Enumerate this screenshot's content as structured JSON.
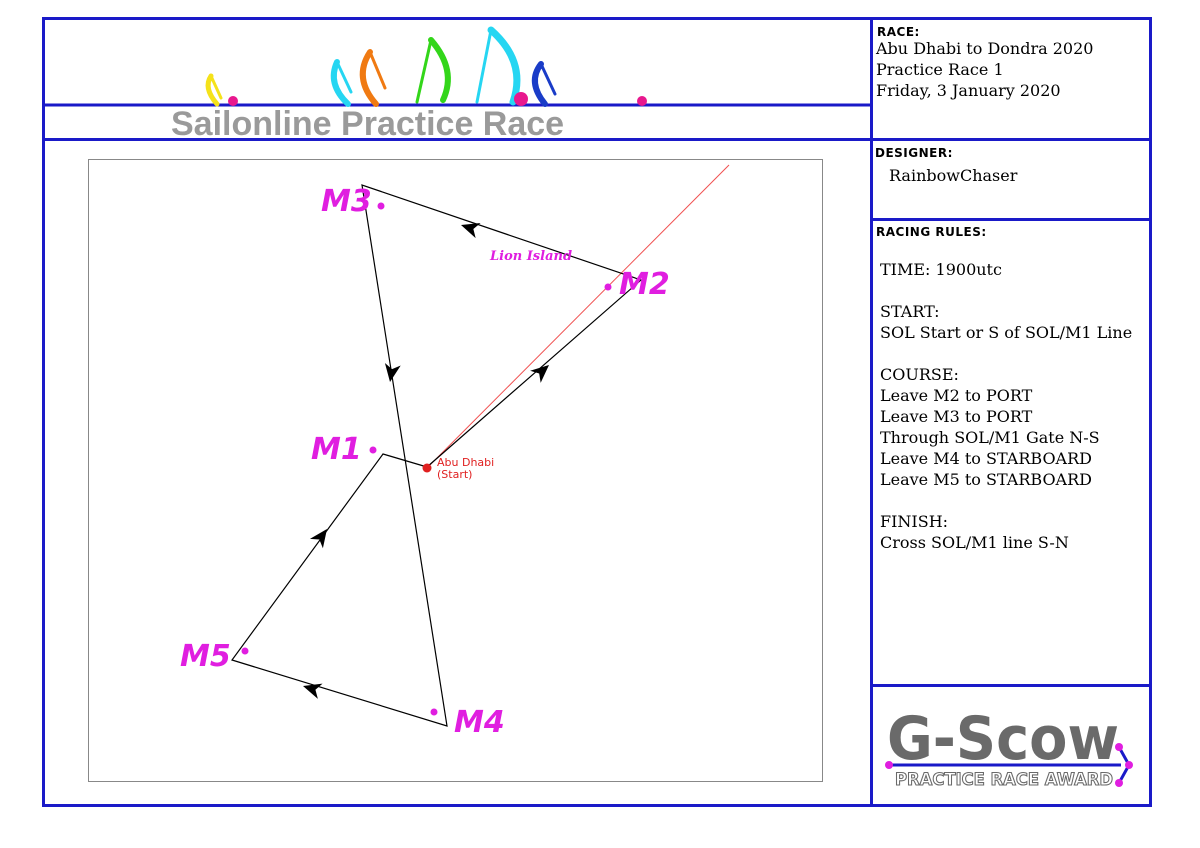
{
  "banner": {
    "title": "Sailonline Practice Race"
  },
  "race": {
    "label": "RACE:",
    "lines": [
      "Abu Dhabi to Dondra 2020",
      "Practice Race 1",
      "Friday, 3 January 2020"
    ]
  },
  "designer": {
    "label": "DESIGNER:",
    "name": "RainbowChaser"
  },
  "rules": {
    "label": "RACING RULES:",
    "time": "TIME: 1900utc",
    "start_head": "START:",
    "start_lines": [
      "SOL Start or S of SOL/M1 Line"
    ],
    "course_head": "COURSE:",
    "course_lines": [
      "Leave M2 to PORT",
      "Leave M3 to PORT",
      "Through SOL/M1 Gate N-S",
      "Leave M4 to STARBOARD",
      "Leave M5 to STARBOARD"
    ],
    "finish_head": "FINISH:",
    "finish_lines": [
      "Cross SOL/M1 line S-N"
    ]
  },
  "award": {
    "logo": "G-Scow",
    "subtitle": "PRACTICE RACE AWARD"
  },
  "map": {
    "marks": [
      "M1",
      "M2",
      "M3",
      "M4",
      "M5"
    ],
    "island": "Lion Island",
    "start_name": "Abu Dhabi",
    "start_sub": "(Start)"
  },
  "colors": {
    "frame": "#1a1ac8",
    "mark": "#e01ee0",
    "start": "#e02020",
    "title_gray": "#9a9a9a"
  }
}
